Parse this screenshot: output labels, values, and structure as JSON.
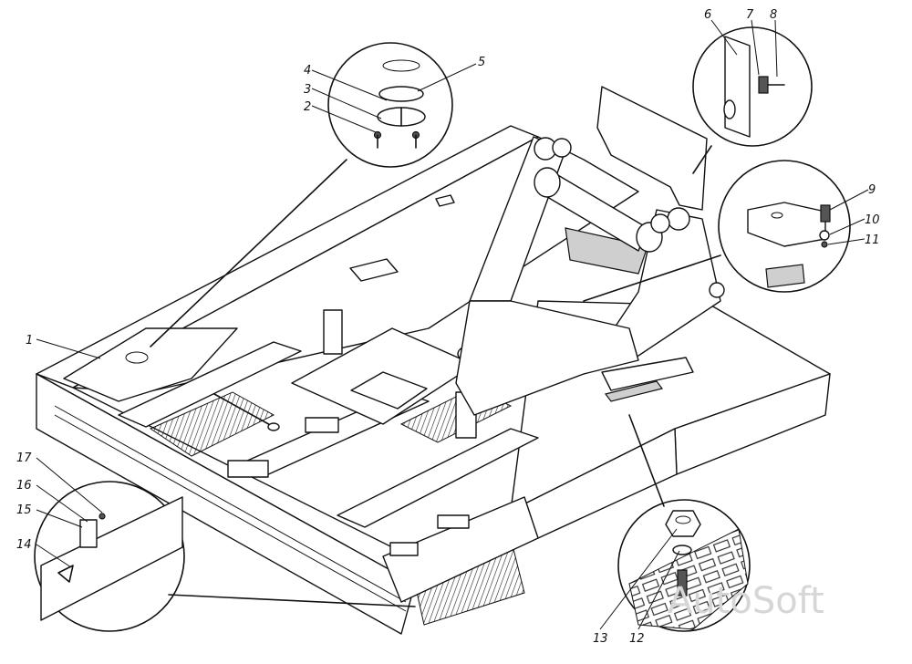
{
  "callouts": {
    "c1": "1",
    "c2": "2",
    "c3": "3",
    "c4": "4",
    "c5": "5",
    "c6": "6",
    "c7": "7",
    "c8": "8",
    "c9": "9",
    "c10": "10",
    "c11": "11",
    "c12": "12",
    "c13": "13",
    "c14": "14",
    "c15": "15",
    "c16": "16",
    "c17": "17"
  },
  "watermark": "AutoSoft"
}
